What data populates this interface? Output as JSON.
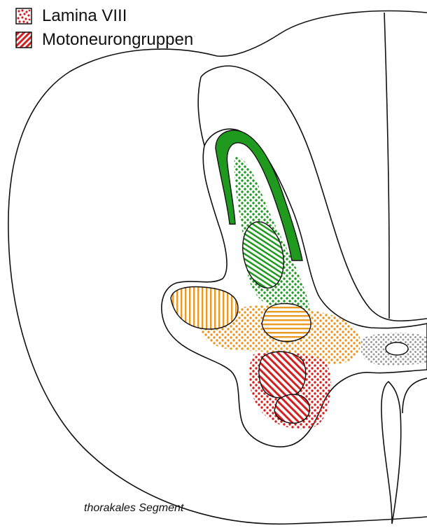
{
  "legend": {
    "items": [
      {
        "label": "Lamina VIII",
        "pattern": "red-dots",
        "icon": "dotted-square-icon"
      },
      {
        "label": "Motoneurongruppen",
        "pattern": "red-stripes",
        "icon": "striped-square-icon"
      }
    ]
  },
  "caption": "thorakales Segment",
  "colors": {
    "outline": "#111111",
    "red": "#d42020",
    "green": "#1f9a1f",
    "green_dark": "#127312",
    "orange": "#e99a22",
    "gray": "#9a9a9a",
    "background": "#ffffff"
  }
}
